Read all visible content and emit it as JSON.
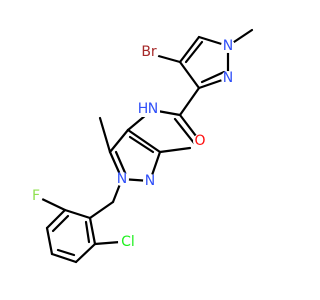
{
  "molecule": {
    "atoms": {
      "br": {
        "label": "Br",
        "color": "#a62929"
      },
      "n_pz1_methyl": {
        "label": "N",
        "color": "#3050f8"
      },
      "n_pz1": {
        "label": "N",
        "color": "#3050f8"
      },
      "o_carbonyl": {
        "label": "O",
        "color": "#ff0d0d"
      },
      "nh_amide": {
        "label": "N",
        "color": "#3050f8"
      },
      "h_amide": {
        "label": "H",
        "color": "#3050f8"
      },
      "n_pz2_benzyl": {
        "label": "N",
        "color": "#3050f8"
      },
      "n_pz2": {
        "label": "N",
        "color": "#3050f8"
      },
      "f": {
        "label": "F",
        "color": "#90e050"
      },
      "cl": {
        "label": "Cl",
        "color": "#1ff01f"
      }
    }
  }
}
